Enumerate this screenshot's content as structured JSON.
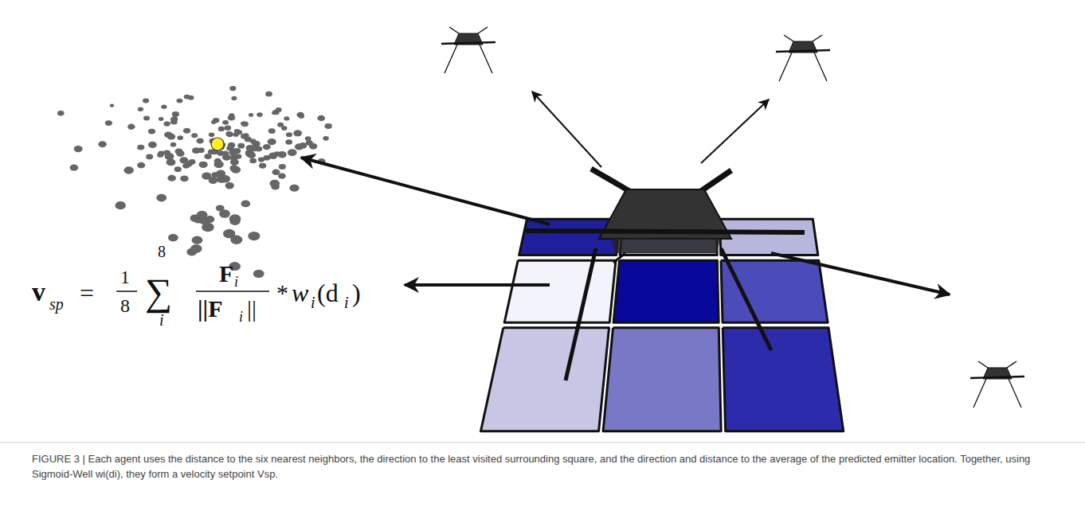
{
  "diagram": {
    "caption": "FIGURE 3 | Each agent uses the distance to the six nearest neighbors, the direction to the least visited surrounding square, and the direction and distance to the average of the predicted emitter location. Together, using Sigmoid-Well wi(di), they form a velocity setpoint Vsp.",
    "labels": [
      "v",
      "sp",
      "=",
      "1",
      "8",
      "8",
      "∑",
      "i",
      "F",
      "i",
      "||F",
      "i",
      "||",
      "*",
      "w",
      "i",
      "(d",
      "i",
      ")"
    ]
  }
}
